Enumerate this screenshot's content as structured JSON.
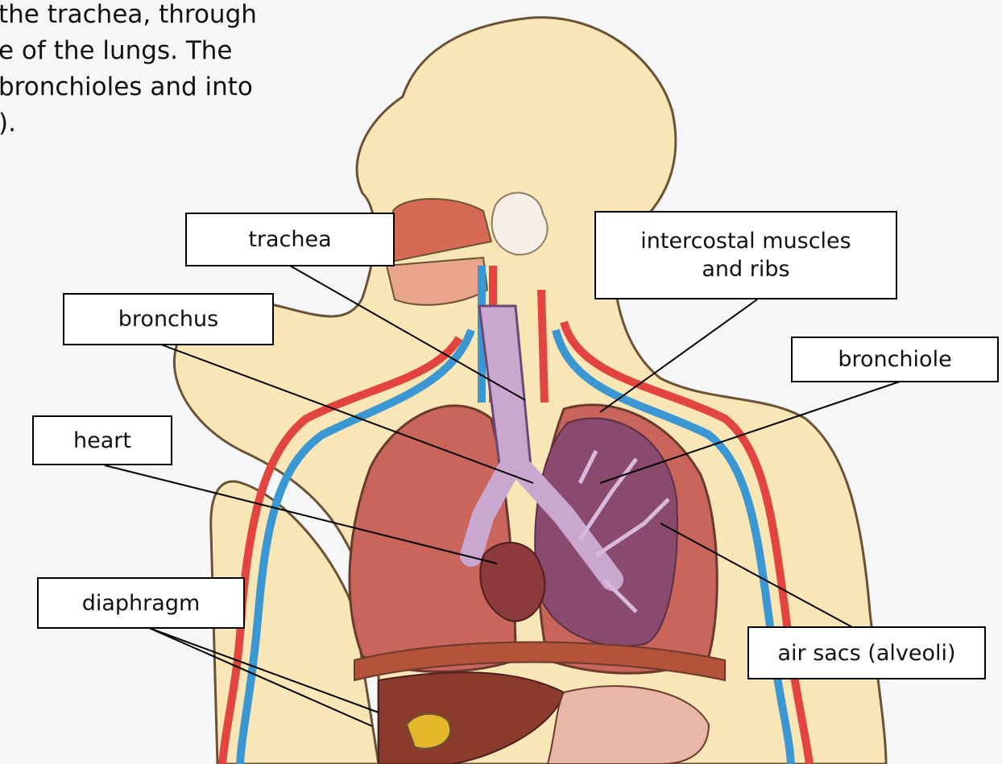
{
  "intro_text": "the trachea, through\ne of the lungs. The\nbronchioles and into\n).",
  "labels": {
    "trachea": "trachea",
    "intercostal": "intercostal muscles\nand ribs",
    "bronchus": "bronchus",
    "bronchiole": "bronchiole",
    "heart": "heart",
    "diaphragm": "diaphragm",
    "air_sacs": "air sacs (alveoli)"
  },
  "colors": {
    "background": "#f5f6f8",
    "skin": "#f9e6b7",
    "lung": "#c9655a",
    "lung_dark": "#a9493f",
    "trachea": "#c9a7cf",
    "artery": "#e2453f",
    "vein": "#3a97d2",
    "liver": "#8a3b2b",
    "gallbladder": "#e5b82c",
    "stomach": "#e9b7a7"
  }
}
